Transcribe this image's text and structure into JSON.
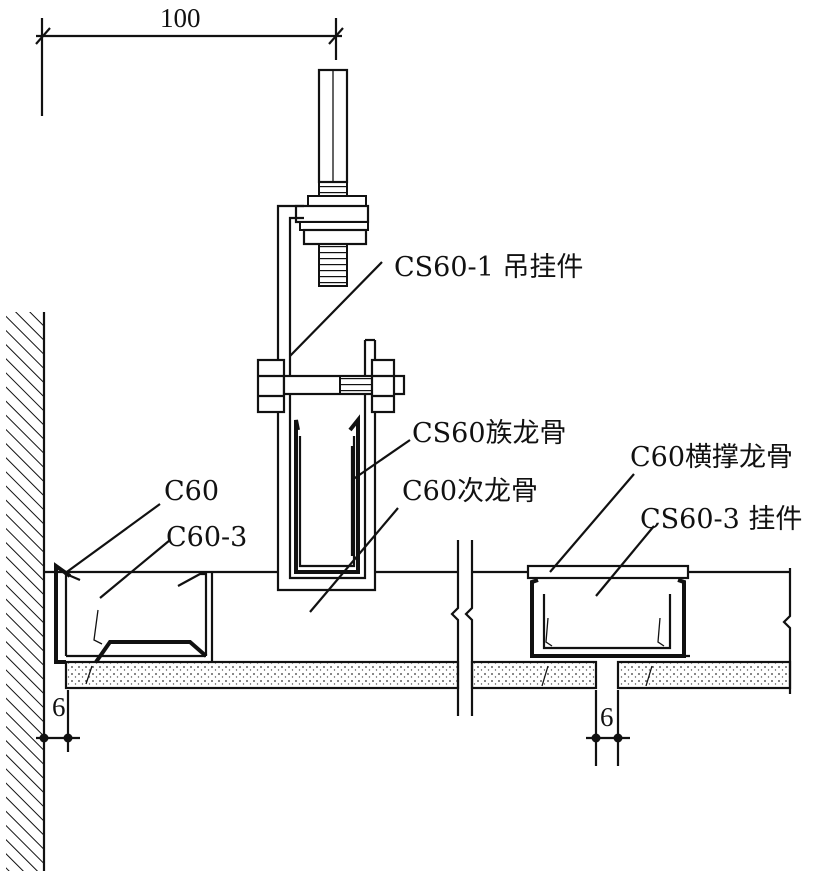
{
  "dimensions": {
    "top_width": "100",
    "wall_gap": "6",
    "panel_gap": "6"
  },
  "labels": {
    "hanger": "CS60-1 吊挂件",
    "main_keel": "CS60族龙骨",
    "secondary_keel": "C60次龙骨",
    "edge_keel": "C60",
    "edge_clip": "C60-3",
    "cross_keel": "C60横撑龙骨",
    "cross_clip": "CS60-3 挂件"
  },
  "colors": {
    "ink": "#111111",
    "board_fill": "#ffffff"
  }
}
